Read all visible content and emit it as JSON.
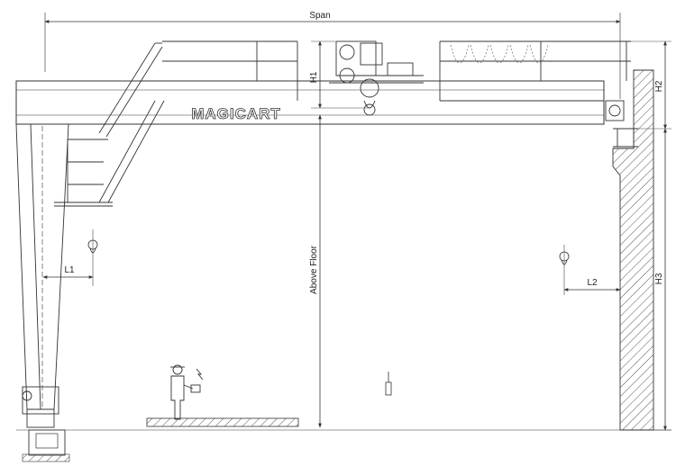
{
  "brand": "MAGICART",
  "dimensions": {
    "span": "Span",
    "h1": "H1",
    "h2": "H2",
    "h3": "H3",
    "l1": "L1",
    "l2": "L2",
    "above_floor": "Above Floor"
  },
  "colors": {
    "line": "#333333",
    "hatch": "#555555",
    "background": "#ffffff"
  }
}
